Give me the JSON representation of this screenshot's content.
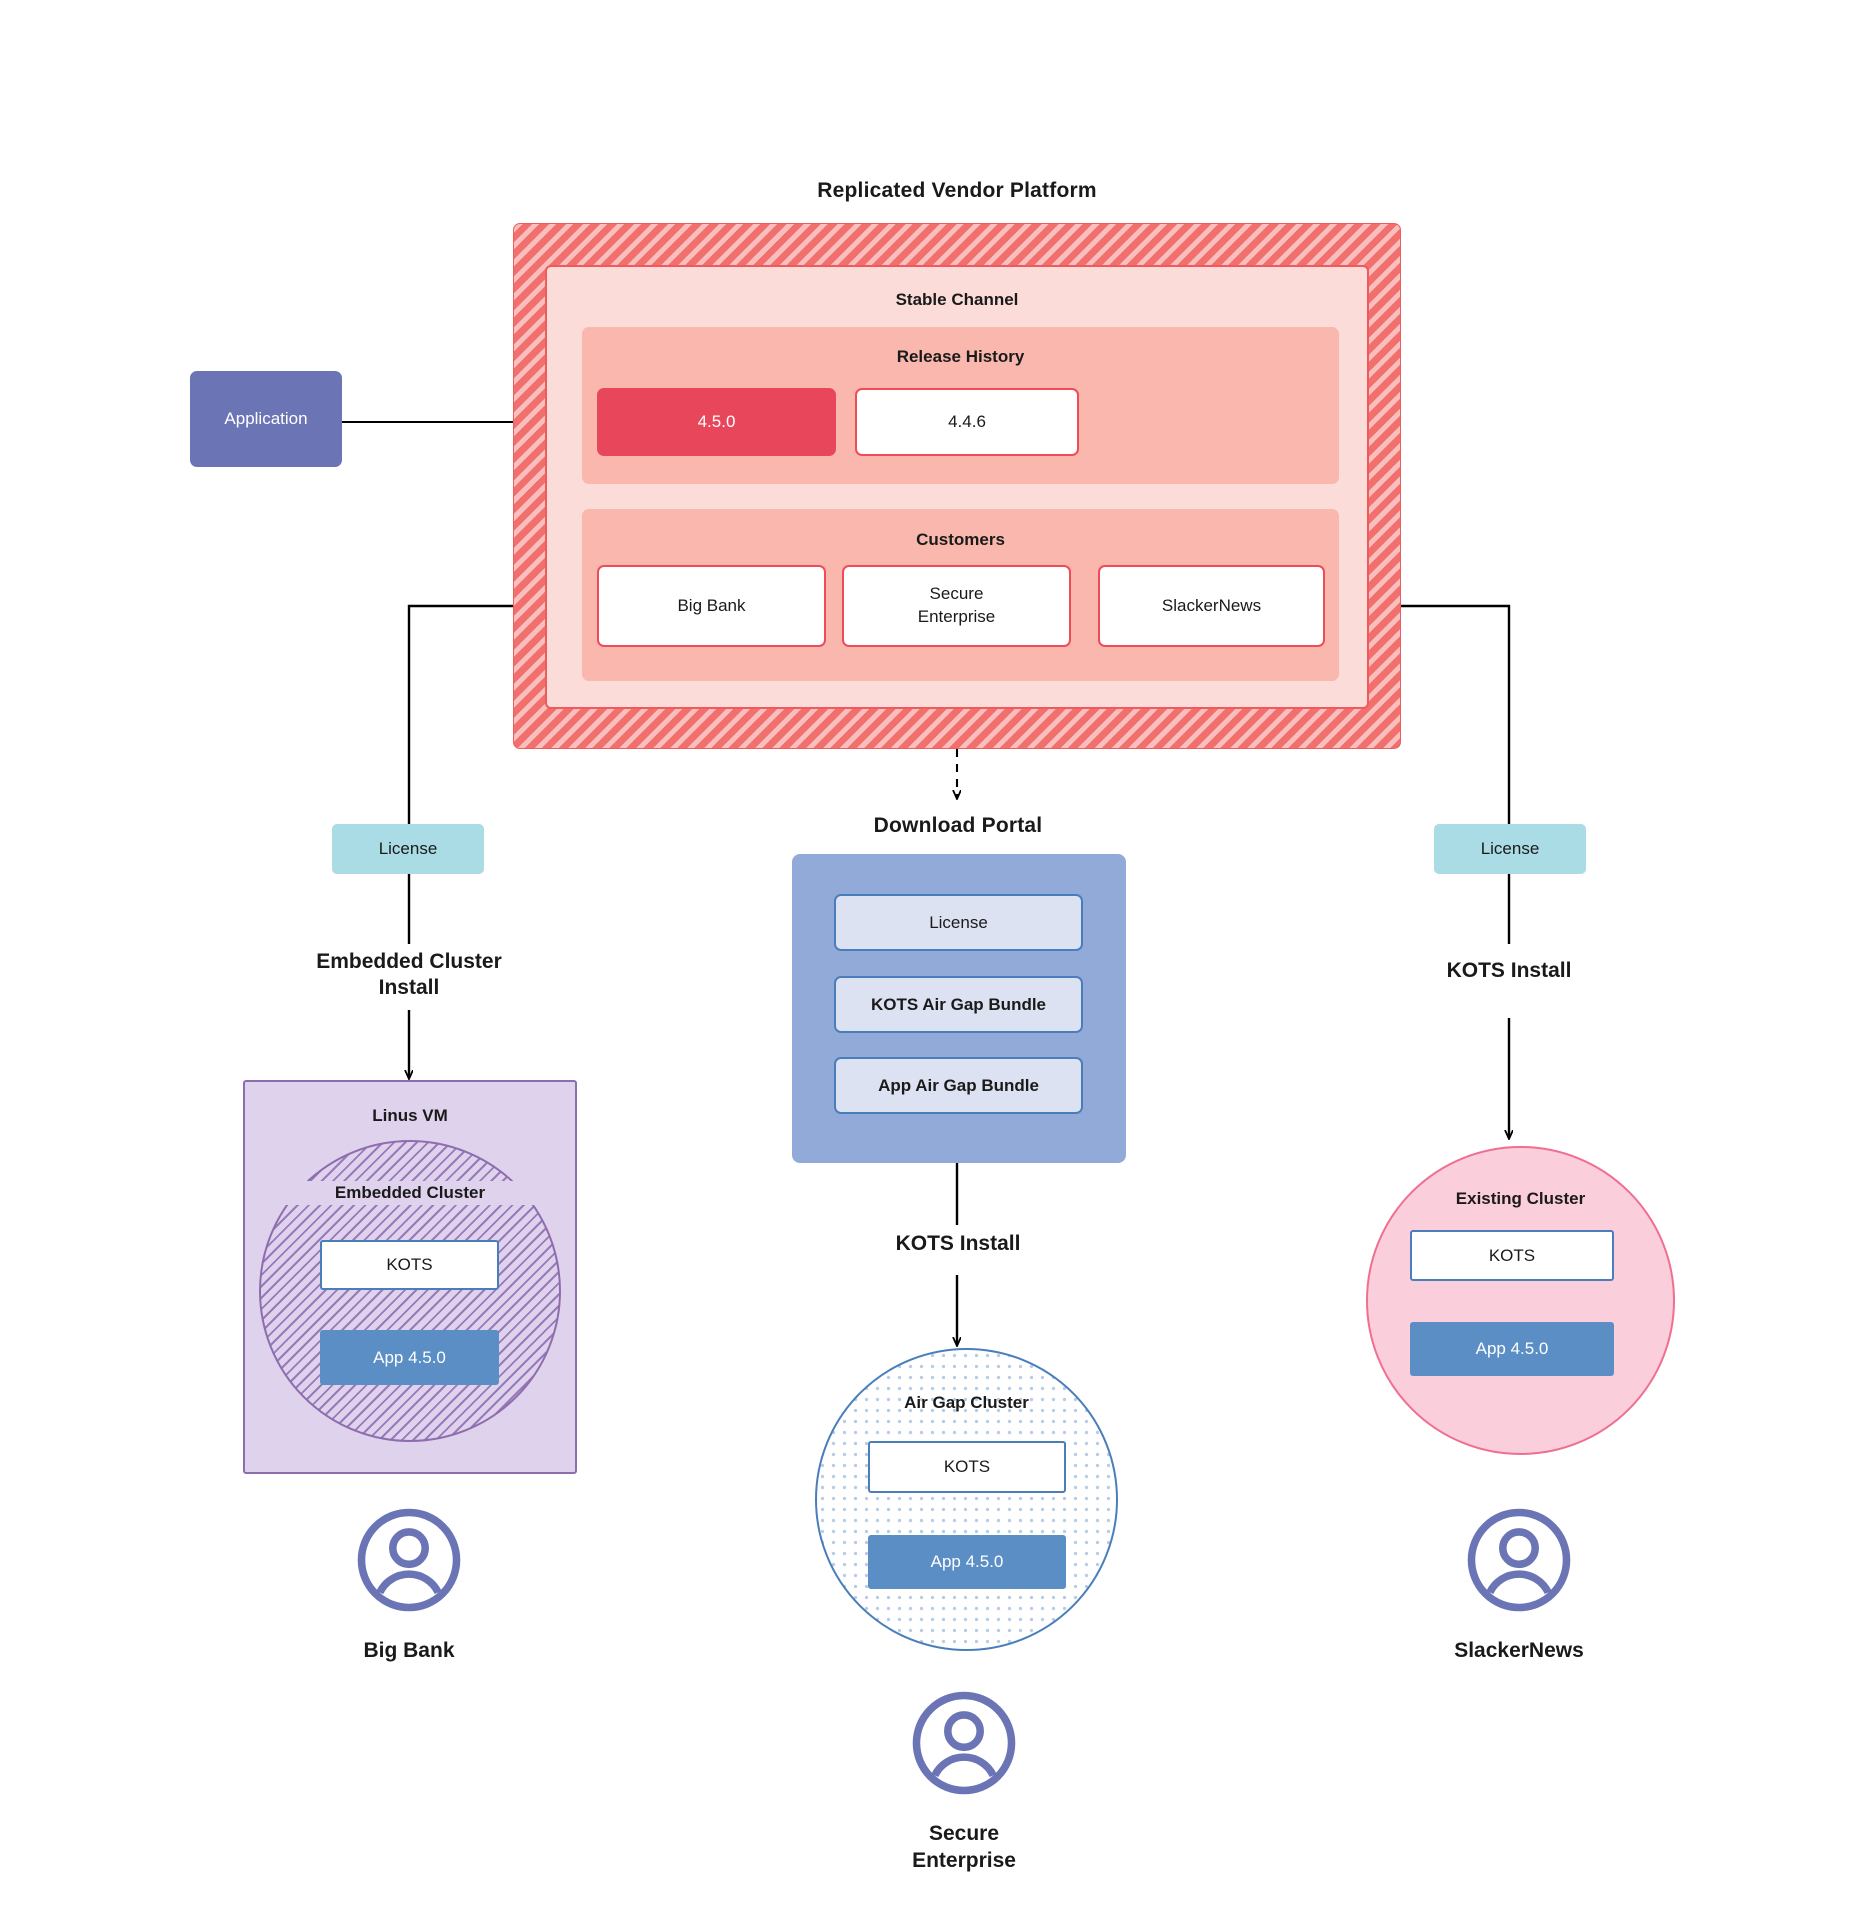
{
  "diagram": {
    "platform": {
      "title": "Replicated Vendor Platform",
      "channel_label": "Stable Channel",
      "release_history_label": "Release History",
      "releases": [
        {
          "version": "4.5.0",
          "state": "current"
        },
        {
          "version": "4.4.6",
          "state": "previous"
        }
      ],
      "customers_label": "Customers",
      "customers": [
        {
          "name": "Big Bank"
        },
        {
          "name": "Secure\nEnterprise"
        },
        {
          "name": "SlackerNews"
        }
      ]
    },
    "application_node": {
      "label": "Application"
    },
    "license_left": {
      "label": "License"
    },
    "license_right": {
      "label": "License"
    },
    "download_portal": {
      "title": "Download  Portal",
      "items": [
        {
          "label": "License"
        },
        {
          "label": "KOTS Air Gap Bundle"
        },
        {
          "label": "App Air Gap Bundle"
        }
      ]
    },
    "install_labels": {
      "left": "Embedded Cluster\nInstall",
      "center": "KOTS Install",
      "right": "KOTS Install"
    },
    "left_target": {
      "vm_label": "Linus VM",
      "cluster_label": "Embedded Cluster",
      "kots_label": "KOTS",
      "app_label": "App 4.5.0"
    },
    "center_target": {
      "cluster_label": "Air Gap Cluster",
      "kots_label": "KOTS",
      "app_label": "App 4.5.0"
    },
    "right_target": {
      "cluster_label": "Existing Cluster",
      "kots_label": "KOTS",
      "app_label": "App 4.5.0"
    },
    "end_users": [
      {
        "name": "Big Bank"
      },
      {
        "name": "Secure\nEnterprise"
      },
      {
        "name": "SlackerNews"
      }
    ],
    "colors": {
      "platform_hatch": "#f1706e",
      "channel_bg": "#fbdcd8",
      "subpanel_bg": "#f9b7ae",
      "release_current": "#e8475b",
      "accent_red": "#ef4c5a",
      "application_blue": "#6b74b5",
      "license_cyan": "#aadce5",
      "portal_blue": "#92aad8",
      "portal_item_bg": "#dde2f3",
      "kots_border_blue": "#4a7ebb",
      "app_blue": "#5b8ec4",
      "vm_purple": "#8e6dae",
      "vm_bg": "#ded2ec",
      "existing_pink": "#fbcedb",
      "existing_border": "#ef6f90",
      "avatar_blue": "#6b74b5"
    }
  }
}
